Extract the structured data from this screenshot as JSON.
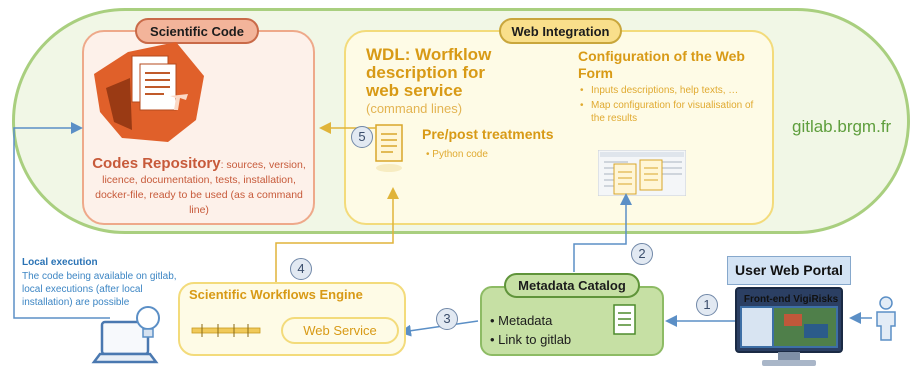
{
  "gitlab": {
    "label": "gitlab.brgm.fr"
  },
  "scientific_code": {
    "title": "Scientific Code",
    "repo_heading": "Codes Repository",
    "repo_text": ": sources, version, licence, documentation, tests, installation, docker-file, ready to be used (as a command line)"
  },
  "web_integration": {
    "title": "Web Integration",
    "wdl_abbr": "WDL",
    "wdl_bold": ": Worfklow description for web service",
    "wdl_normal": " (command lines)",
    "config_title": "Configuration of the Web Form",
    "config_items": [
      "Inputs descriptions, help texts, …",
      "Map configuration for visualisation of the results"
    ],
    "prepost_title": "Pre/post treatments",
    "prepost_item": "Python code"
  },
  "local_execution": {
    "title": "Local execution",
    "text": "The code being available on gitlab, local executions (after local installation) are possible"
  },
  "workflows_engine": {
    "title": "Scientific Workflows Engine",
    "web_service": "Web Service"
  },
  "metadata_catalog": {
    "title": "Metadata Catalog",
    "items": [
      "Metadata",
      "Link to gitlab"
    ]
  },
  "portal": {
    "title": "User Web Portal",
    "subtitle": "Front-end VigiRisks"
  },
  "steps": [
    "1",
    "2",
    "3",
    "4",
    "5"
  ],
  "colors": {
    "green": "#a9cf7f",
    "orange": "#c96a48",
    "yellow": "#f3db7b",
    "blue": "#5b8fc6"
  }
}
